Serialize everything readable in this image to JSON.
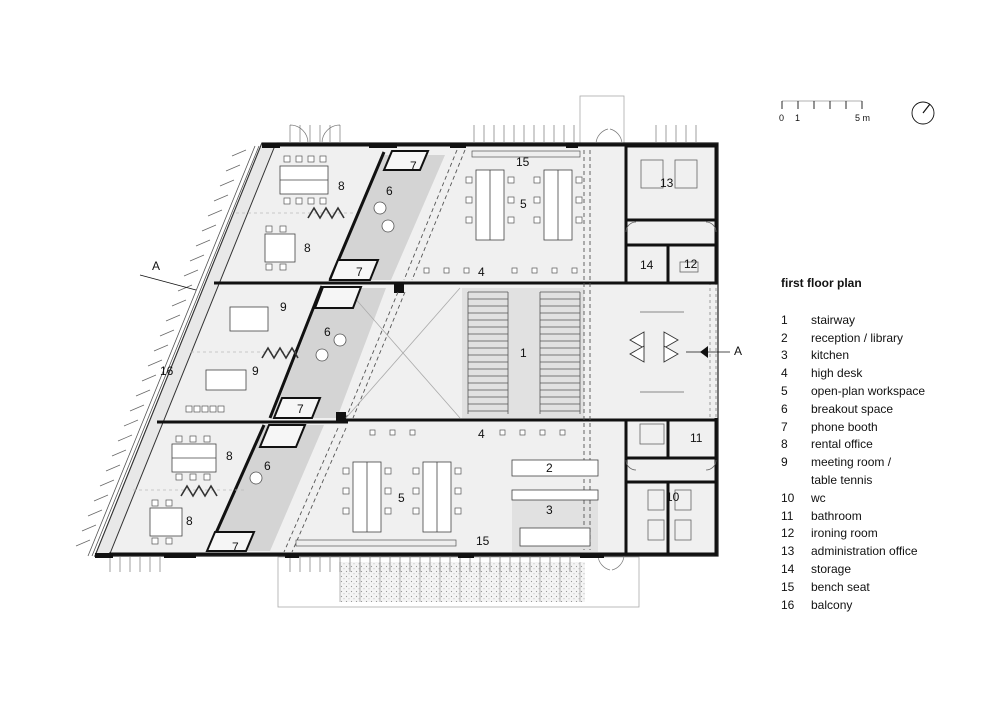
{
  "plan": {
    "section_marker": "A",
    "scale": {
      "zero": "0",
      "one": "1",
      "five": "5 m"
    },
    "labels": {
      "stair": "1",
      "reception": "2",
      "kitchen": "3",
      "highdesk": "4",
      "workspace": "5",
      "breakout": "6",
      "booth": "7",
      "rental": "8",
      "meeting": "9",
      "wc": "10",
      "bath": "11",
      "ironing": "12",
      "admin": "13",
      "storage": "14",
      "bench": "15",
      "balcony": "16"
    }
  },
  "legend": {
    "title": "first floor plan",
    "items": [
      {
        "num": "1",
        "text": "stairway"
      },
      {
        "num": "2",
        "text": "reception / library"
      },
      {
        "num": "3",
        "text": "kitchen"
      },
      {
        "num": "4",
        "text": "high desk"
      },
      {
        "num": "5",
        "text": "open-plan workspace"
      },
      {
        "num": "6",
        "text": "breakout space"
      },
      {
        "num": "7",
        "text": "phone booth"
      },
      {
        "num": "8",
        "text": "rental office"
      },
      {
        "num": "9",
        "text": "meeting room /",
        "continuation": "table tennis"
      },
      {
        "num": "10",
        "text": "wc"
      },
      {
        "num": "11",
        "text": "bathroom"
      },
      {
        "num": "12",
        "text": "ironing room"
      },
      {
        "num": "13",
        "text": "administration office"
      },
      {
        "num": "14",
        "text": "storage"
      },
      {
        "num": "15",
        "text": "bench seat"
      },
      {
        "num": "16",
        "text": "balcony"
      }
    ]
  }
}
